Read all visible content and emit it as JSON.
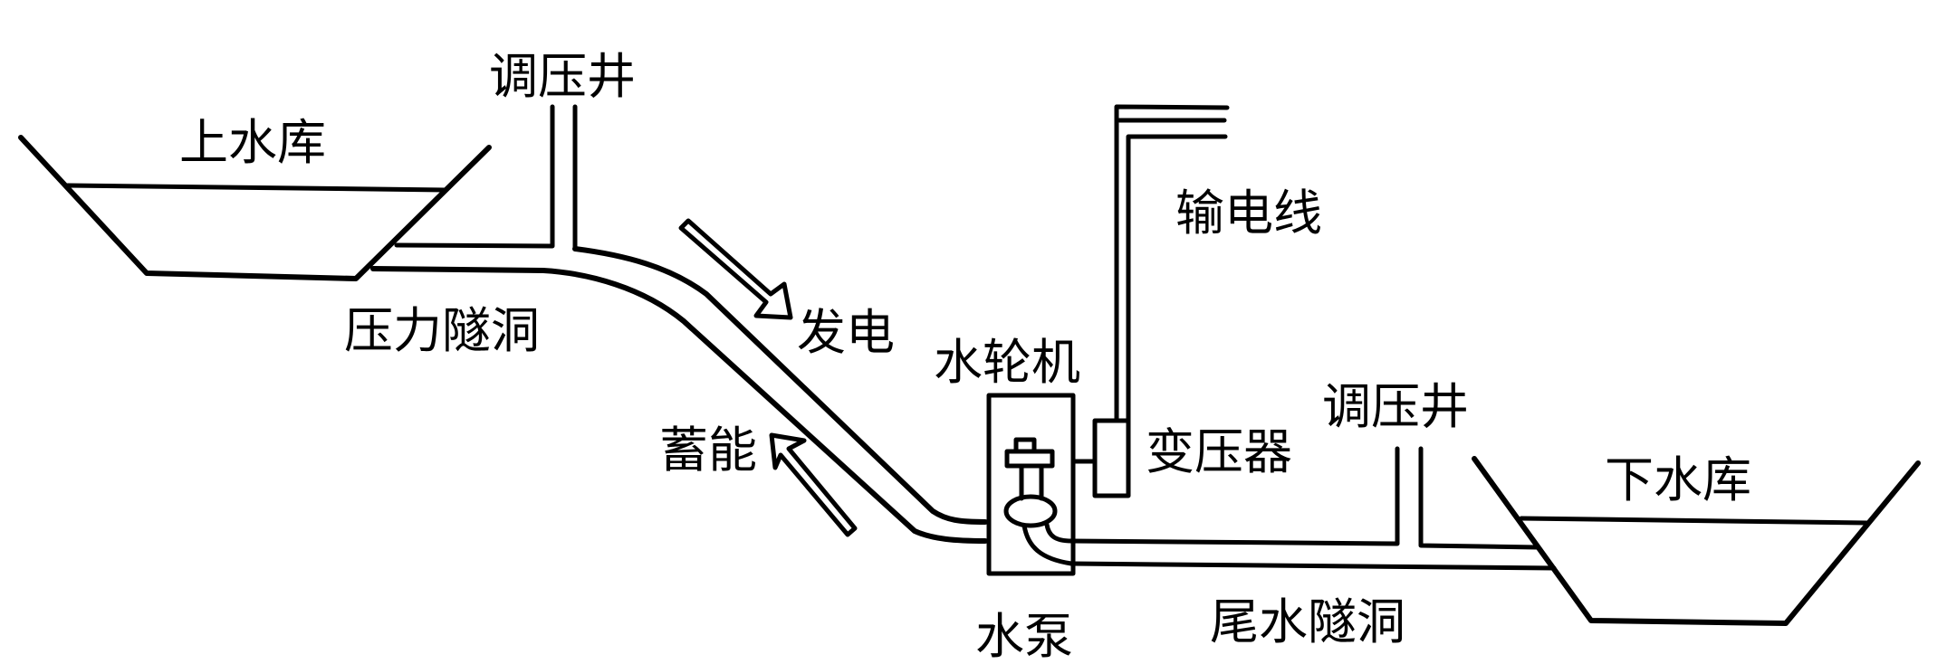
{
  "title": "抽水蓄能电站示意图",
  "colors": {
    "line": "#000000",
    "background": "#ffffff"
  },
  "components": {
    "upper_reservoir": {
      "label": "上水库"
    },
    "upper_surge_shaft": {
      "label": "调压井"
    },
    "pressure_tunnel": {
      "label": "压力隧洞"
    },
    "flow_generate": {
      "label": "发电",
      "direction": "down-right",
      "icon": "arrow-down-right-icon"
    },
    "flow_store": {
      "label": "蓄能",
      "direction": "up-left",
      "icon": "arrow-up-left-icon"
    },
    "turbine": {
      "label": "水轮机"
    },
    "pump": {
      "label": "水泵"
    },
    "transformer": {
      "label": "变压器"
    },
    "power_line": {
      "label": "输电线"
    },
    "lower_surge_shaft": {
      "label": "调压井"
    },
    "tail_tunnel": {
      "label": "尾水隧洞"
    },
    "lower_reservoir": {
      "label": "下水库"
    }
  }
}
